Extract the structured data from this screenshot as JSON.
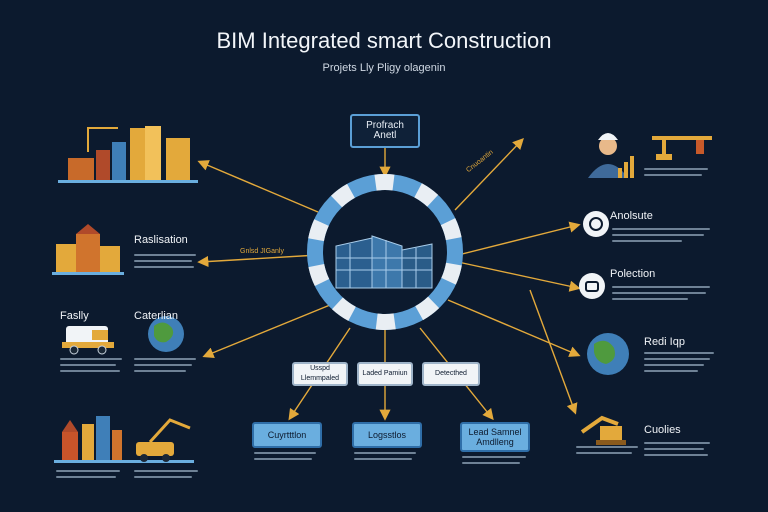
{
  "title": "BIM Integrated smart Construction",
  "subtitle": "Projets Lly Pligy olagenin",
  "center": {
    "top_box": "Profrach\nAnetl",
    "bottom_boxes": [
      "Usspd\nLlemmpaled",
      "Laded Pamiun",
      "Detecthed"
    ],
    "output_boxes": [
      "Cuyrtttlon",
      "Logsstlos",
      "Lead Samnel\nAmdlleng"
    ],
    "arrow_labels": [
      "Gnlsd JIGanly",
      "Cnuoantin"
    ]
  },
  "left_labels": [
    "Raslisation",
    "Faslly",
    "Caterlian"
  ],
  "right_labels": [
    "Anolsute",
    "Polection",
    "Redi Iqp",
    "Cuolies"
  ],
  "colors": {
    "background": "#0c1a2e",
    "ring": "#5b9fd6",
    "arrow": "#e3a93b",
    "box_blue": "#6aaedf"
  },
  "icons": [
    "construction-skyline-icon",
    "building-icon",
    "delivery-truck-icon",
    "globe-icon",
    "city-crane-icon",
    "worker-icon",
    "crane-icon",
    "brain-icon",
    "robot-icon",
    "earth-icon",
    "excavator-icon"
  ]
}
